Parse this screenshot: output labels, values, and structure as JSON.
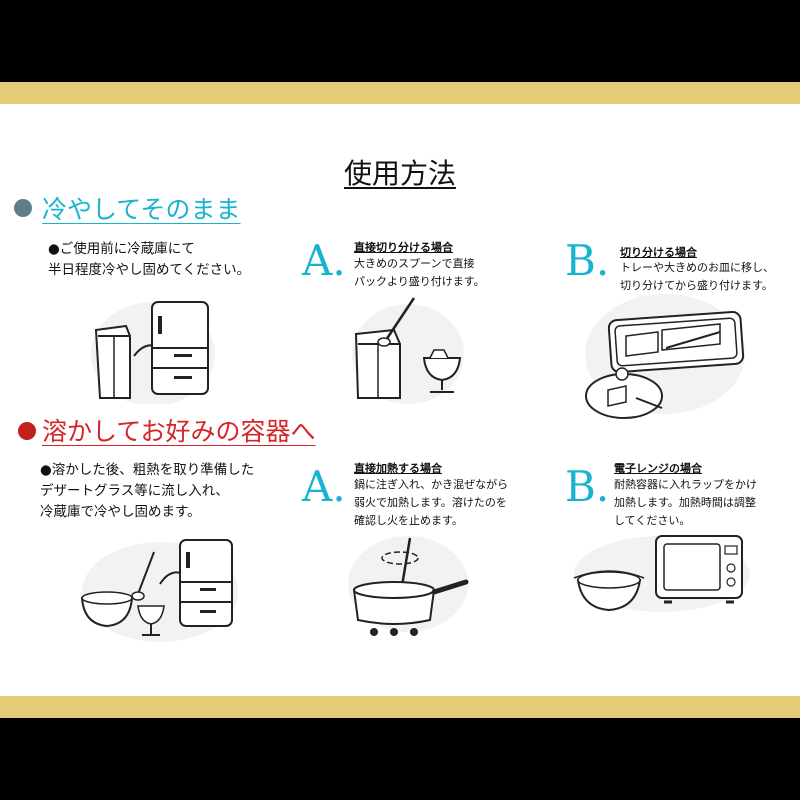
{
  "title": "使用方法",
  "colors": {
    "gold_band": "#e7cc78",
    "accent_cyan": "#18b3cf",
    "accent_red": "#d4262a",
    "dot_gray": "#5e7f86",
    "dot_red": "#c21f1f"
  },
  "section1": {
    "heading": "冷やしてそのまま",
    "bullet": "●ご使用前に冷蔵庫にて\n半日程度冷やし固めてください。",
    "a": {
      "letter": "A.",
      "heading": "直接切り分ける場合",
      "body": "大きめのスプーンで直接\nパックより盛り付けます。"
    },
    "b": {
      "letter": "B.",
      "heading": "切り分ける場合",
      "body": "トレーや大きめのお皿に移し、\n切り分けてから盛り付けます。"
    }
  },
  "section2": {
    "heading": "溶かしてお好みの容器へ",
    "bullet": "●溶かした後、粗熱を取り準備した\nデザートグラス等に流し入れ、\n冷蔵庫で冷やし固めます。",
    "a": {
      "letter": "A.",
      "heading": "直接加熱する場合",
      "body": "鍋に注ぎ入れ、かき混ぜながら\n弱火で加熱します。溶けたのを\n確認し火を止めます。"
    },
    "b": {
      "letter": "B.",
      "heading": "電子レンジの場合",
      "body": "耐熱容器に入れラップをかけ\n加熱します。加熱時間は調整\nしてください。"
    }
  }
}
